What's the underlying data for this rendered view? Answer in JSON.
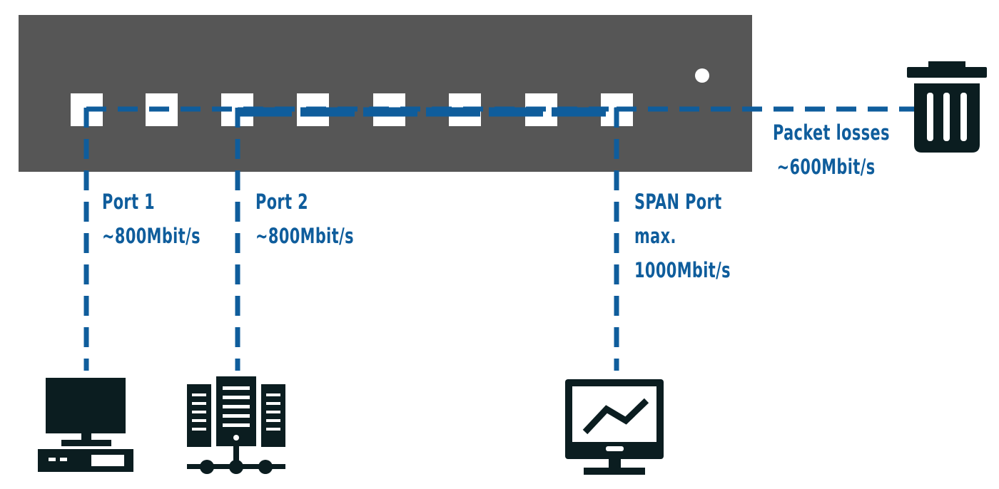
{
  "labels": {
    "port1": {
      "name": "Port 1",
      "rate": "~800Mbit/s"
    },
    "port2": {
      "name": "Port 2",
      "rate": "~800Mbit/s"
    },
    "span": {
      "name": "SPAN Port",
      "max": "max.",
      "rate": "1000Mbit/s"
    },
    "losses": {
      "name": "Packet losses",
      "rate": "~600Mbit/s"
    }
  },
  "colors": {
    "switch_body": "#565656",
    "port": "#ffffff",
    "link": "#0f5d9c",
    "icon": "#0b1d20",
    "background": "#ffffff"
  },
  "switch": {
    "port_count": 8
  },
  "icons": [
    "desktop-computer-icon",
    "server-icon",
    "monitoring-screen-icon",
    "trash-can-icon"
  ]
}
